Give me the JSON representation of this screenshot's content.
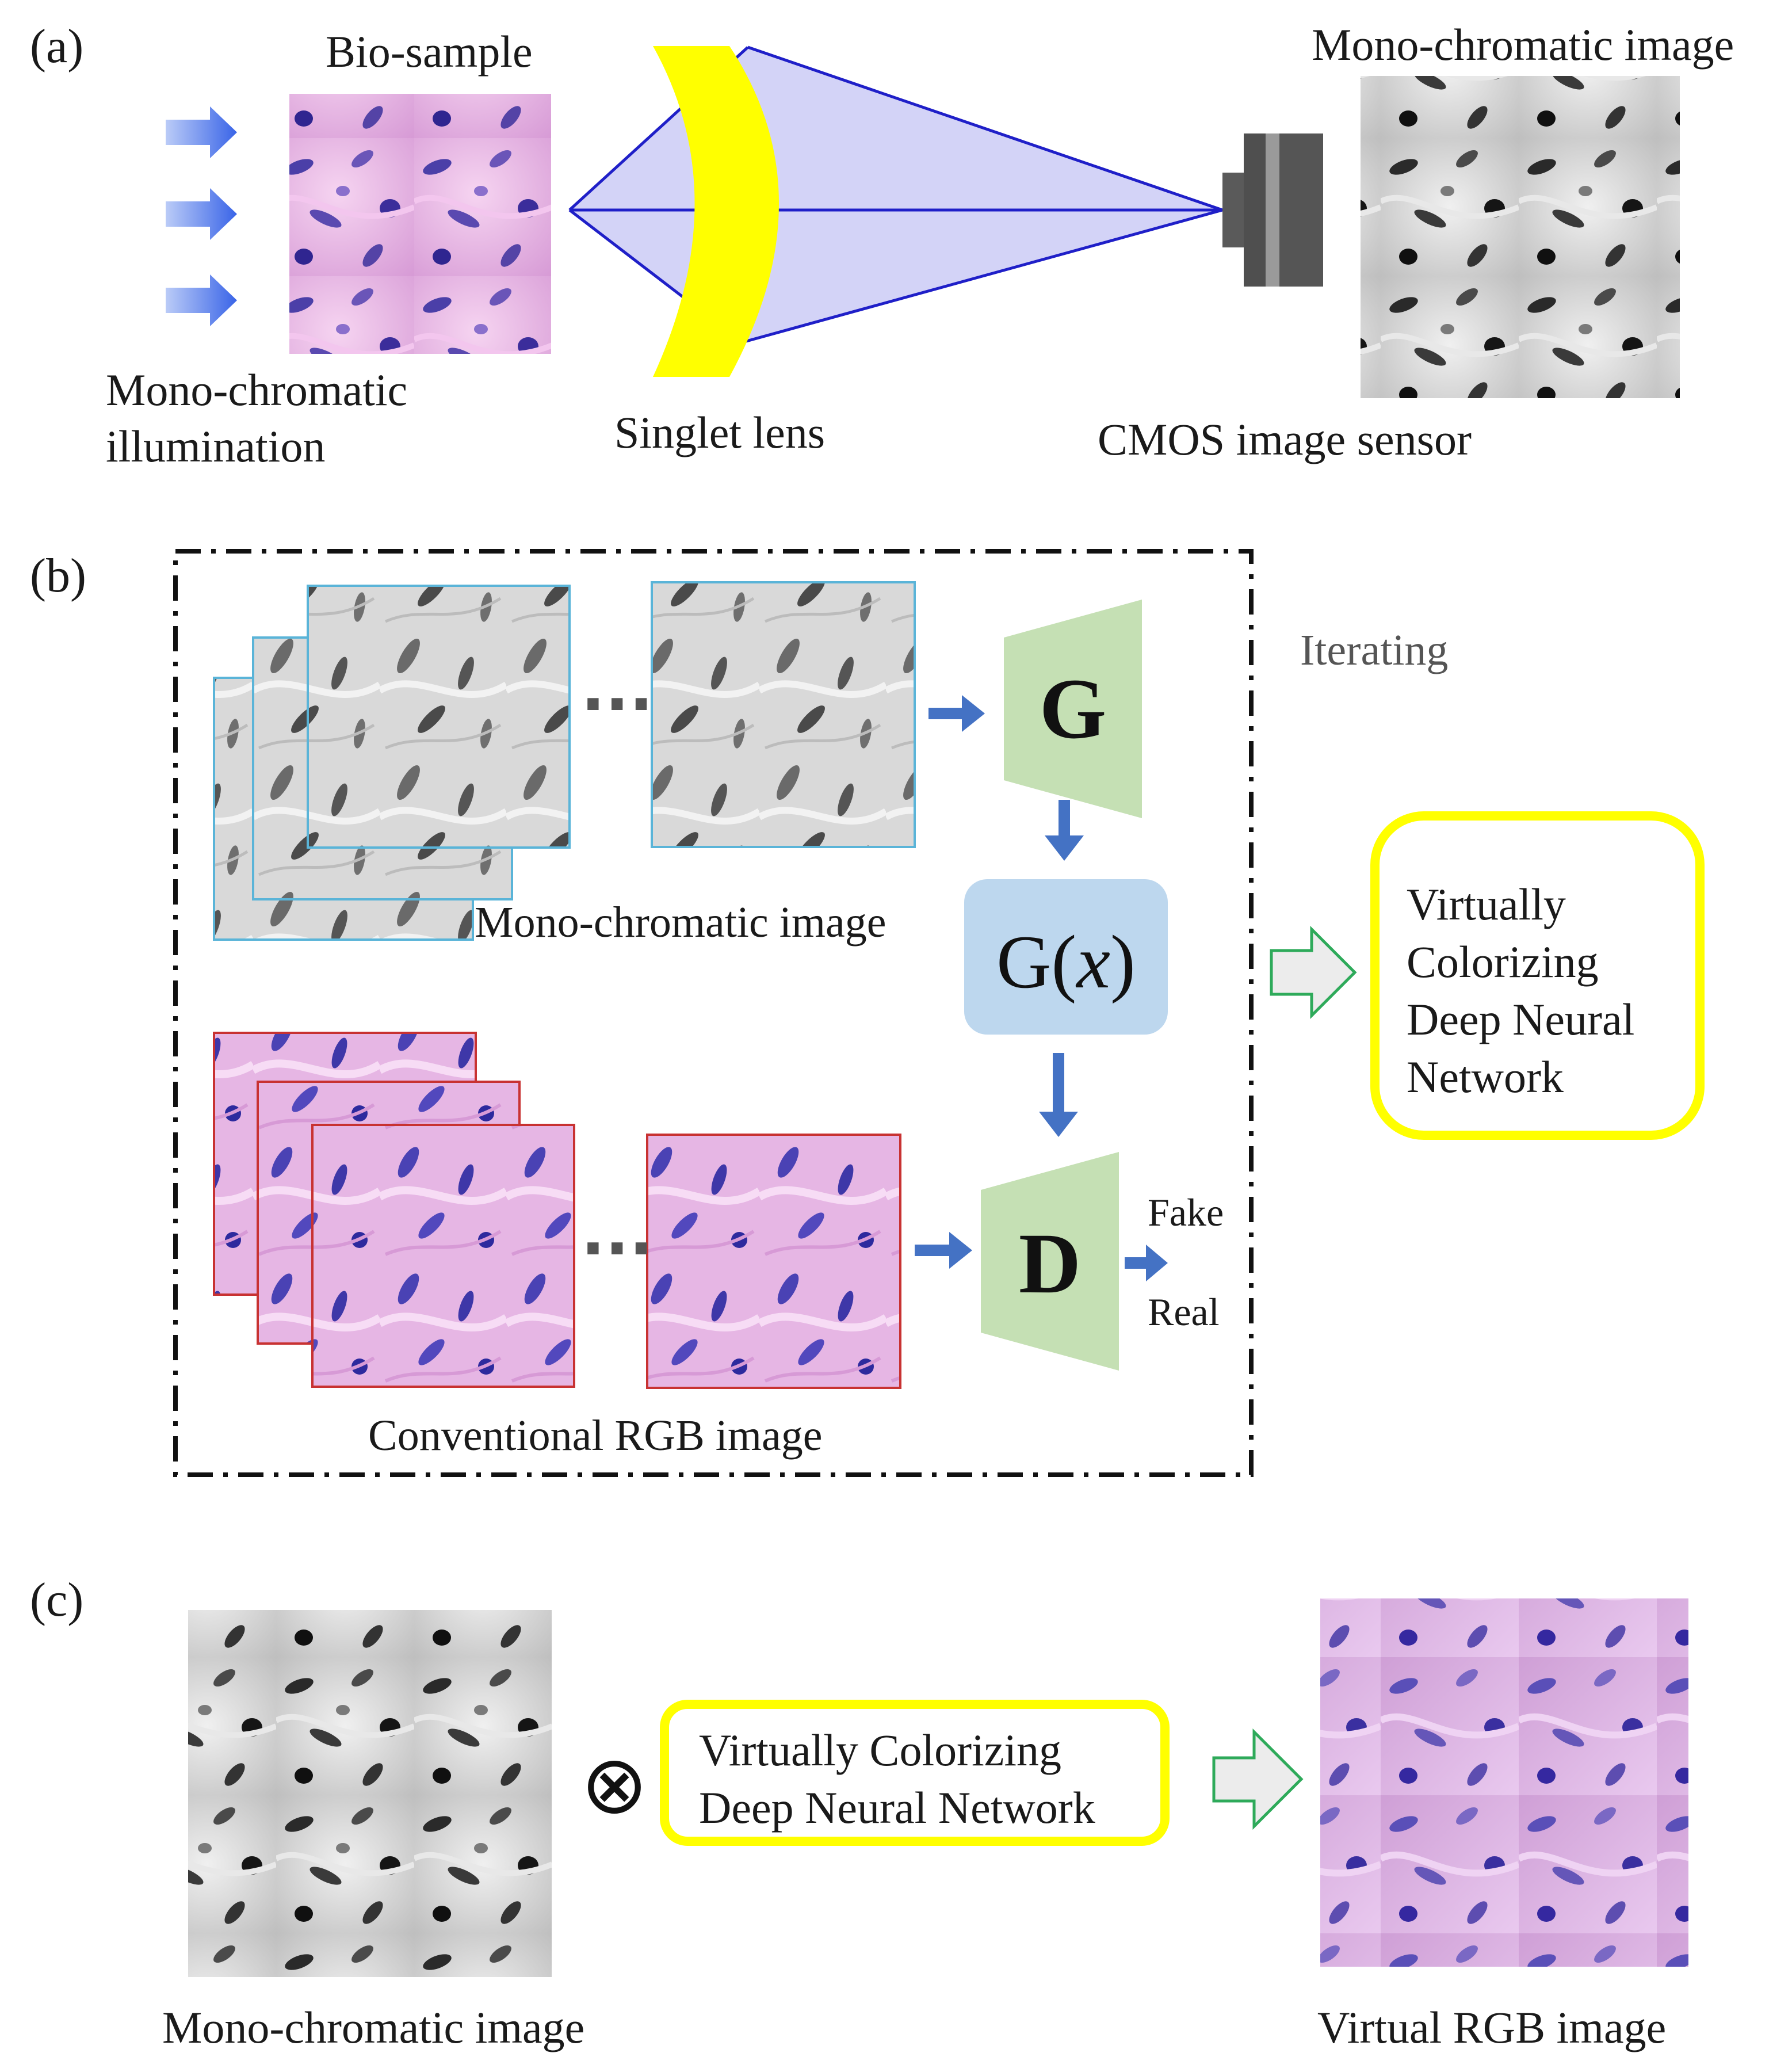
{
  "panel_a": {
    "label": "(a)",
    "bio_sample_label": "Bio-sample",
    "illumination_label_line1": "Mono-chromatic",
    "illumination_label_line2": "illumination",
    "lens_label": "Singlet lens",
    "sensor_label": "CMOS image sensor",
    "mono_image_label": "Mono-chromatic image"
  },
  "panel_b": {
    "label": "(b)",
    "iterating_label": "Iterating",
    "ellipsis": "···",
    "mono_stack_label": "Mono-chromatic image",
    "rgb_stack_label": "Conventional RGB image",
    "generator_label": "G",
    "generator_output_prefix": "G(",
    "generator_output_var": "x",
    "generator_output_suffix": ")",
    "discriminator_label": "D",
    "fake_label": "Fake",
    "real_label": "Real",
    "network_box_line1": "Virtually",
    "network_box_line2": "Colorizing",
    "network_box_line3": "Deep Neural",
    "network_box_line4": "Network"
  },
  "panel_c": {
    "label": "(c)",
    "operator_symbol": "⊗",
    "network_box_line1": "Virtually Colorizing",
    "network_box_line2": "Deep Neural Network",
    "mono_image_label": "Mono-chromatic image",
    "virtual_rgb_label": "Virtual RGB image"
  },
  "colors": {
    "lens_yellow": "#ffff00",
    "light_cone": "#c8c8f5",
    "ray_blue": "#1f1fc8",
    "arrow_blue": "#4472c4",
    "network_green": "#c5e0b4",
    "gx_blue": "#bdd7ee",
    "highlight_yellow": "#ffff00",
    "mono_frame": "#5ab4d8",
    "rgb_frame": "#c83232",
    "outline_arrow_green": "#2eaa5a",
    "sensor_gray": "#555555"
  }
}
